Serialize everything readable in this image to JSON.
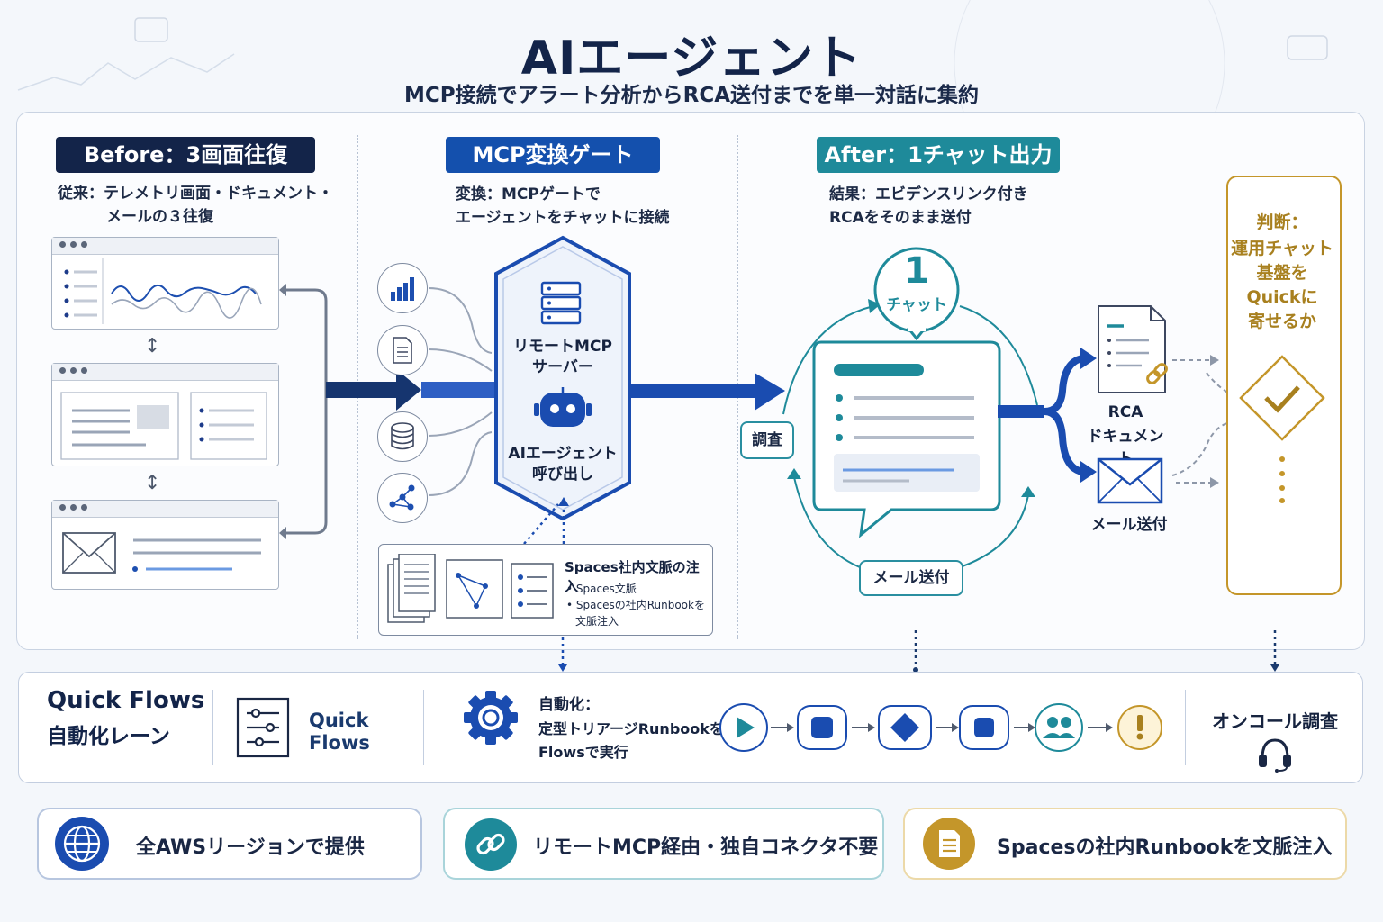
{
  "header": {
    "title": "AIエージェント",
    "subtitle": "MCP接続でアラート分析からRCA送付までを単一対話に集約"
  },
  "before": {
    "badge": "Before：3画面往復",
    "desc_line1": "従来：テレメトリ画面・ドキュメント・",
    "desc_line2": "メールの３往復"
  },
  "gate": {
    "badge": "MCP変換ゲート",
    "desc_line1": "変換：MCPゲートで",
    "desc_line2": "エージェントをチャットに接続",
    "server_line1": "リモートMCP",
    "server_line2": "サーバー",
    "agent_line1": "AIエージェント",
    "agent_line2": "呼び出し",
    "spaces_title": "Spaces社内文脈の注入",
    "spaces_item1": "• Spaces文脈",
    "spaces_item2": "• Spacesの社内Runbookを",
    "spaces_item3": "文脈注入"
  },
  "after": {
    "badge": "After：1チャット出力",
    "desc_line1": "結果：エビデンスリンク付き",
    "desc_line2": "RCAをそのまま送付",
    "bubble_number": "1",
    "bubble_label": "チャット",
    "investigate_label": "調査",
    "mail_label": "メール送付",
    "rca_line1": "RCA",
    "rca_line2": "ドキュメント",
    "mail_send_label": "メール送付"
  },
  "judgement": {
    "line1": "判断：",
    "line2": "運用チャット",
    "line3": "基盤を",
    "line4": "Quickに",
    "line5": "寄せるか"
  },
  "lane": {
    "title_line1": "Quick Flows",
    "title_line2": "自動化レーン",
    "flows_line1": "Quick",
    "flows_line2": "Flows",
    "auto_line1": "自動化：",
    "auto_line2": "定型トリアージRunbookを",
    "auto_line3": "Flowsで実行",
    "oncall_label": "オンコール調査"
  },
  "features": [
    {
      "label": "全AWSリージョンで提供",
      "icon": "globe-icon"
    },
    {
      "label": "リモートMCP経由・独自コネクタ不要",
      "icon": "link-icon"
    },
    {
      "label": "Spacesの社内Runbookを文脈注入",
      "icon": "document-icon"
    }
  ],
  "colors": {
    "navy": "#132449",
    "blue": "#1446a8",
    "teal": "#1e8a9a",
    "gold": "#c4962a"
  }
}
